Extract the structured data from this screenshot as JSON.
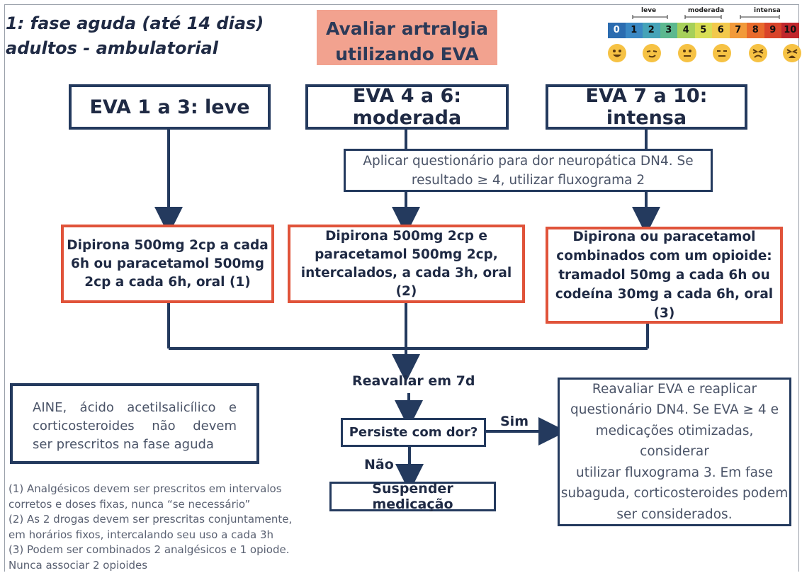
{
  "title_line1": "1: fase aguda (até 14 dias)",
  "title_line2": "adultos - ambulatorial",
  "header_box": [
    "Avaliar artralgia",
    "utilizando EVA"
  ],
  "scale": {
    "labels": [
      "leve",
      "moderada",
      "intensa"
    ],
    "values": [
      "0",
      "1",
      "2",
      "3",
      "4",
      "5",
      "6",
      "7",
      "8",
      "9",
      "10"
    ],
    "colors": [
      "#2b6cb0",
      "#3a88c4",
      "#45a3b8",
      "#5cb88f",
      "#a6d05a",
      "#d8de55",
      "#f2c94c",
      "#f29a3a",
      "#e96a2c",
      "#d9432a",
      "#c0262d"
    ],
    "faces": [
      "smile-grin-icon",
      "smile-slight-icon",
      "neutral-icon",
      "expressionless-icon",
      "grimace-icon",
      "crying-icon"
    ]
  },
  "eva_boxes": [
    "EVA 1 a 3: leve",
    "EVA 4 a 6: moderada",
    "EVA 7 a 10: intensa"
  ],
  "dn4_box": [
    "Aplicar questionário para dor neuropática DN4. Se",
    "resultado ≥ 4, utilizar fluxograma 2"
  ],
  "treatment_boxes": [
    [
      "Dipirona 500mg 2cp a cada",
      "6h ou paracetamol 500mg",
      "2cp a cada 6h, oral (1)"
    ],
    [
      "Dipirona 500mg 2cp e",
      "paracetamol 500mg 2cp,",
      "intercalados, a cada 3h, oral (2)"
    ],
    [
      "Dipirona ou paracetamol",
      "combinados com um opioide:",
      "tramadol 50mg a cada 6h ou",
      "codeína 30mg a cada 6h, oral (3)"
    ]
  ],
  "reavaliar": "Reavaliar em 7d",
  "persiste": "Persiste com dor?",
  "sim": "Sim",
  "nao": "Não",
  "suspender": "Suspender medicação",
  "aine_box": [
    "AINE, ácido acetilsalicílico e",
    "corticosteroides não devem",
    "ser prescritos na fase aguda"
  ],
  "reeval_box": [
    "Reavaliar EVA e reaplicar",
    "questionário DN4. Se EVA ≥ 4 e",
    "medicações otimizadas, considerar",
    "utilizar fluxograma 3. Em fase",
    "subaguda, corticosteroides podem",
    "ser considerados."
  ],
  "footnotes": [
    "(1) Analgésicos devem ser prescritos em intervalos",
    "corretos e doses fixas, nunca “se necessário”",
    "(2) As 2 drogas devem ser prescritas conjuntamente,",
    "em horários fixos,  intercalando seu uso a cada 3h",
    "(3) Podem ser combinados 2 analgésicos e 1 opiode.",
    "Nunca associar 2 opioides"
  ]
}
